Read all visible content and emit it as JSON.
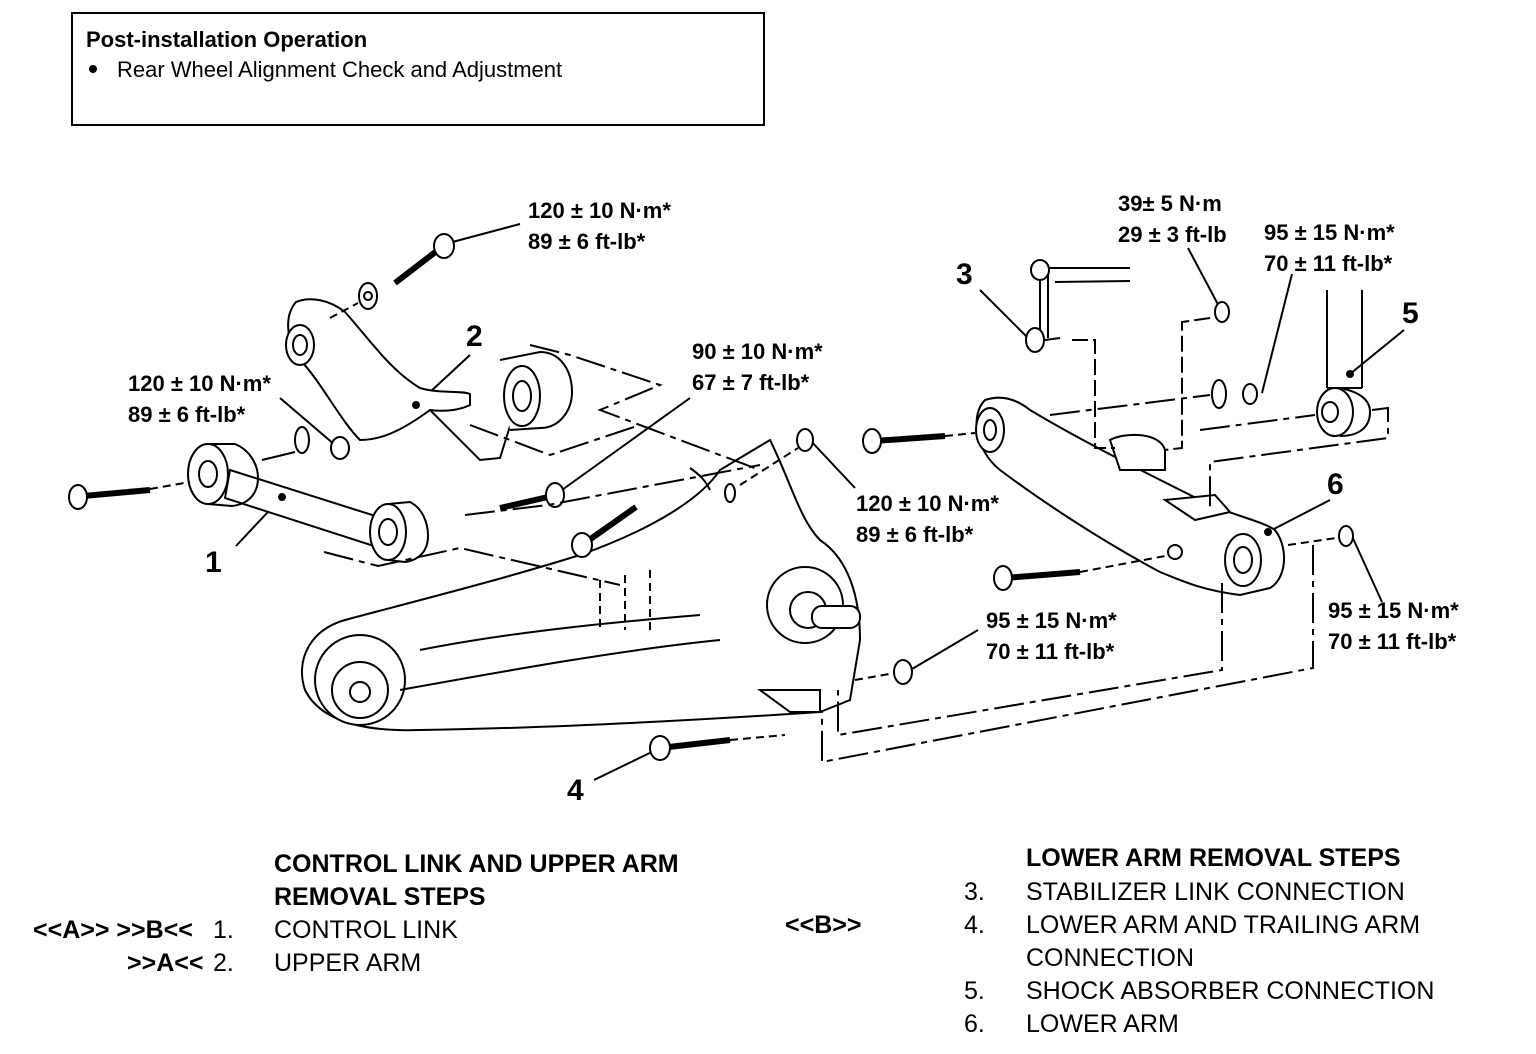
{
  "post_installation": {
    "title": "Post-installation Operation",
    "items": [
      "Rear Wheel Alignment Check and Adjustment"
    ]
  },
  "torque_specs": [
    {
      "id": "upper-arm-bolt",
      "metric": "120 ± 10 N·m*",
      "imperial": "89 ± 6 ft-lb*"
    },
    {
      "id": "control-link-nut",
      "metric": "120 ± 10 N·m*",
      "imperial": "89 ± 6 ft-lb*"
    },
    {
      "id": "control-link-bolt",
      "metric": "90 ± 10 N·m*",
      "imperial": "67 ± 7 ft-lb*"
    },
    {
      "id": "upper-arm-nut",
      "metric": "120 ± 10 N·m*",
      "imperial": "89 ± 6 ft-lb*"
    },
    {
      "id": "stabilizer-link-nut",
      "metric": "39± 5 N·m",
      "imperial": "29 ± 3 ft-lb"
    },
    {
      "id": "shock-absorber-nut",
      "metric": "95 ± 15 N·m*",
      "imperial": "70 ± 11 ft-lb*"
    },
    {
      "id": "trailing-arm-nut",
      "metric": "95 ± 15 N·m*",
      "imperial": "70 ± 11 ft-lb*"
    },
    {
      "id": "lower-arm-nut",
      "metric": "95 ± 15 N·m*",
      "imperial": "70 ± 11 ft-lb*"
    }
  ],
  "callouts": [
    "1",
    "2",
    "3",
    "4",
    "5",
    "6"
  ],
  "upper_steps": {
    "title_line1": "CONTROL LINK AND UPPER ARM",
    "title_line2": "REMOVAL STEPS",
    "steps": [
      {
        "refs": "<<A>> >>B<<",
        "number": "1.",
        "label": "CONTROL LINK"
      },
      {
        "refs": ">>A<<",
        "number": "2.",
        "label": "UPPER ARM"
      }
    ]
  },
  "lower_steps": {
    "title": "LOWER ARM REMOVAL STEPS",
    "steps": [
      {
        "refs": "",
        "number": "3.",
        "label": "STABILIZER LINK CONNECTION"
      },
      {
        "refs": "<<B>>",
        "number": "4.",
        "label": "LOWER ARM AND TRAILING ARM",
        "label_cont": "CONNECTION"
      },
      {
        "refs": "",
        "number": "5.",
        "label": "SHOCK ABSORBER CONNECTION"
      },
      {
        "refs": "",
        "number": "6.",
        "label": "LOWER ARM"
      }
    ]
  }
}
